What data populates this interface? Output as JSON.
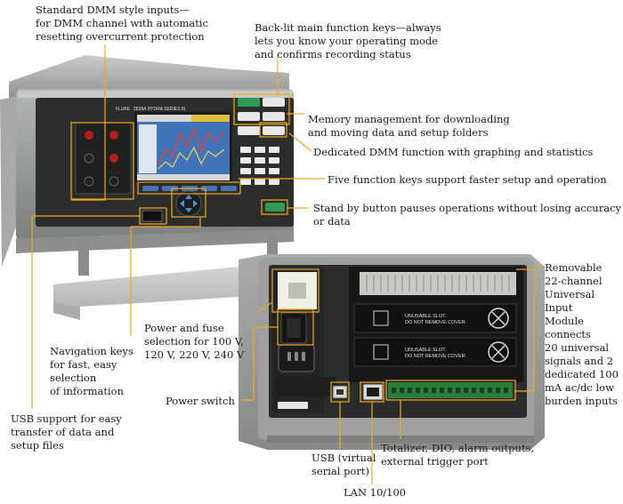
{
  "callouts": {
    "dmm_inputs": "Standard DMM style inputs—\nfor DMM channel with automatic\nresetting overcurrent protection",
    "backlit_keys": "Back-lit main function keys—always\nlets you know your operating mode\nand confirms recording status",
    "memory": "Memory management for downloading\nand moving data and setup folders",
    "dmm_function": "Dedicated DMM function with graphing and statistics",
    "function_keys": "Five function keys support faster setup and operation",
    "standby": "Stand by button pauses operations without losing accuracy\nor data",
    "input_module": "Removable\n22-channel\nUniversal Input\nModule connects\n20 universal\nsignals and 2\ndedicated 100\nmA ac/dc low\nburden inputs",
    "navigation": "Navigation keys\nfor fast, easy\nselection\nof information",
    "power_fuse": "Power and fuse\nselection for 100 V,\n120 V, 220 V, 240 V",
    "power_switch": "Power switch",
    "usb_front": "USB support for easy\ntransfer of data and\nsetup files",
    "usb_rear": "USB (virtual\nserial port)",
    "totalizer": "Totalizer, DIO, alarm outputs,\nexternal trigger port",
    "lan": "LAN 10/100"
  },
  "device_labels": {
    "brand": "FLUKE",
    "model": "2638A HYDRA SERIES III",
    "slot1": "UNUSABLE SLOT.\nDO NOT REMOVE COVER.",
    "slot2": "UNUSABLE SLOT.\nDO NOT REMOVE COVER."
  },
  "colors": {
    "callout_line": "#f3a81e",
    "bezel": "#9a9e9a",
    "panel_dark": "#2c2e2e",
    "screen": "#3f74b8"
  }
}
